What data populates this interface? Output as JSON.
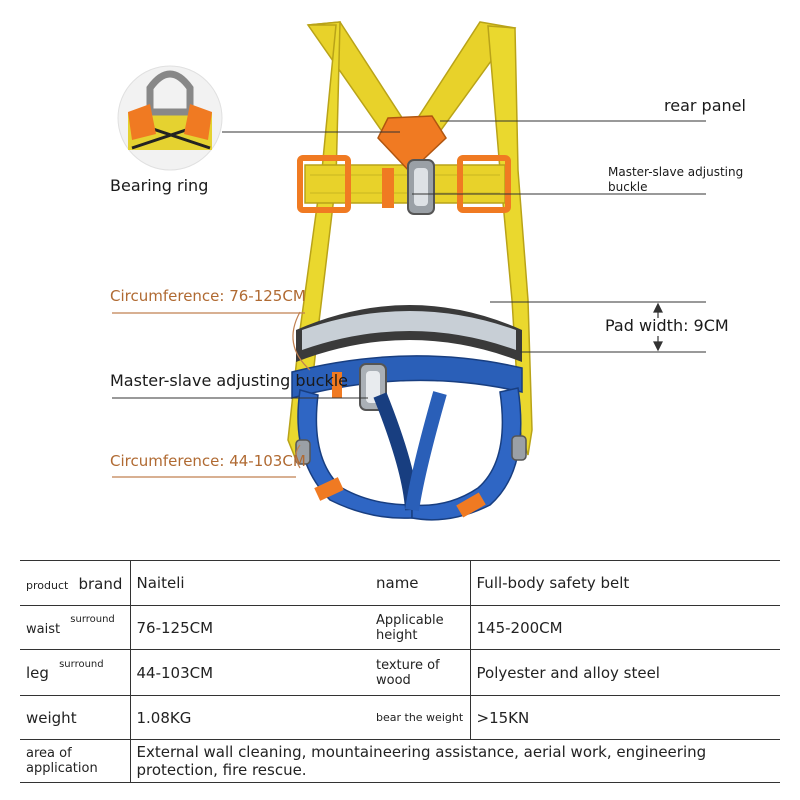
{
  "labels": {
    "rear_panel": "rear panel",
    "bearing_ring": "Bearing ring",
    "adjusting_buckle_top": "Master-slave adjusting buckle",
    "circumference_waist": "Circumference: 76-125CM",
    "pad_width": "Pad width: 9CM",
    "adjusting_buckle_waist": "Master-slave adjusting buckle",
    "circumference_leg": "Circumference: 44-103CM"
  },
  "colors": {
    "strap_yellow": "#e8d22a",
    "strap_blue": "#2a5fb8",
    "buckle_orange": "#f07a22",
    "label_orange": "#b06a32"
  },
  "table": {
    "rows": [
      {
        "label_a": "product",
        "label_b": "brand",
        "value1": "Naiteli",
        "label2": "name",
        "value2": "Full-body safety belt"
      },
      {
        "label_a": "waist",
        "label_b": "surround",
        "value1": "76-125CM",
        "label2": "Applicable height",
        "value2": "145-200CM"
      },
      {
        "label_a": "leg",
        "label_b": "surround",
        "value1": "44-103CM",
        "label2": "texture of wood",
        "value2": "Polyester and alloy steel"
      },
      {
        "label_a": "weight",
        "label_b": "",
        "value1": "1.08KG",
        "label2": "bear the weight",
        "value2": ">15KN"
      },
      {
        "label_a": "area of application",
        "label_b": "",
        "value1": "External wall cleaning, mountaineering assistance, aerial work, engineering protection, fire rescue."
      }
    ]
  }
}
